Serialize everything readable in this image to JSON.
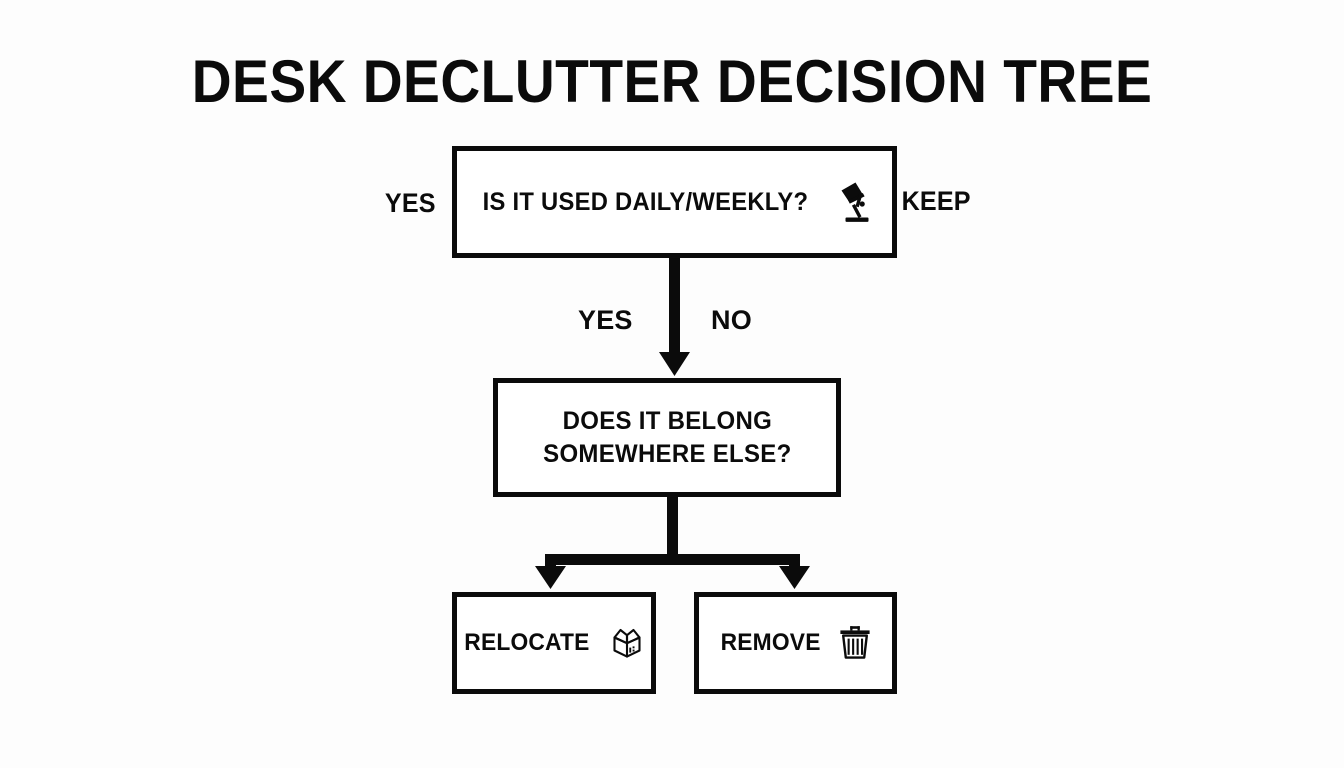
{
  "page": {
    "title": "DESK DECLUTTER DECISION TREE",
    "background_color": "#fdfdfd",
    "ink_color": "#0b0b0b"
  },
  "diagram": {
    "type": "decision-tree",
    "nodes": [
      {
        "id": "root",
        "label": "IS IT USED DAILY/WEEKLY?",
        "icon": "desk-lamp-icon",
        "shape": "rectangle"
      },
      {
        "id": "belong",
        "label": "DOES IT BELONG\nSOMEWHERE ELSE?",
        "icon": null,
        "shape": "rectangle"
      },
      {
        "id": "relocate",
        "label": "RELOCATE",
        "icon": "open-box-icon",
        "shape": "rectangle"
      },
      {
        "id": "remove",
        "label": "REMOVE",
        "icon": "trash-can-icon",
        "shape": "rectangle"
      }
    ],
    "edge_labels": {
      "root_left": "YES",
      "root_right": "KEEP",
      "branch_yes": "YES",
      "branch_no": "NO"
    },
    "connectors": [
      {
        "from": "root",
        "to": "belong",
        "style": "straight-arrow-down"
      },
      {
        "from": "belong",
        "to": "relocate",
        "style": "split-arrow-down-left"
      },
      {
        "from": "belong",
        "to": "remove",
        "style": "split-arrow-down-right"
      }
    ]
  }
}
